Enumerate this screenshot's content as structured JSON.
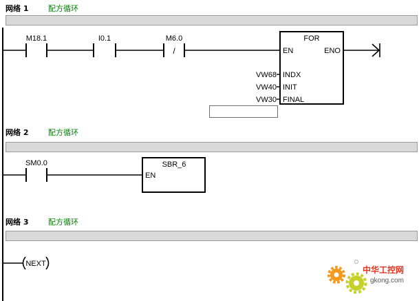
{
  "colors": {
    "network_comment": "#008000",
    "comment_bar": "#d9d9d9",
    "wire": "#000000",
    "watermark_orange": "#f39a1e",
    "watermark_green": "#c5d02a",
    "watermark_text": "#e8321e"
  },
  "networks": [
    {
      "title": "网络 1",
      "comment": "配方循环",
      "contacts": [
        {
          "operand": "M18.1",
          "negated": false
        },
        {
          "operand": "I0.1",
          "negated": false
        },
        {
          "operand": "M6.0",
          "negated": true,
          "mark": "/"
        }
      ],
      "box": {
        "title": "FOR",
        "en": "EN",
        "eno": "ENO",
        "inputs": [
          {
            "operand": "VW68",
            "pin": "INDX"
          },
          {
            "operand": "VW40",
            "pin": "INIT"
          },
          {
            "operand": "VW30",
            "pin": "FINAL"
          }
        ]
      }
    },
    {
      "title": "网络 2",
      "comment": "配方循环",
      "contacts": [
        {
          "operand": "SM0.0",
          "negated": false
        }
      ],
      "box": {
        "title": "SBR_6",
        "en": "EN"
      }
    },
    {
      "title": "网络 3",
      "comment": "配方循环",
      "coil": {
        "instruction": "NEXT"
      }
    }
  ],
  "watermark": {
    "name": "中华工控网",
    "site": "gkong.com"
  }
}
